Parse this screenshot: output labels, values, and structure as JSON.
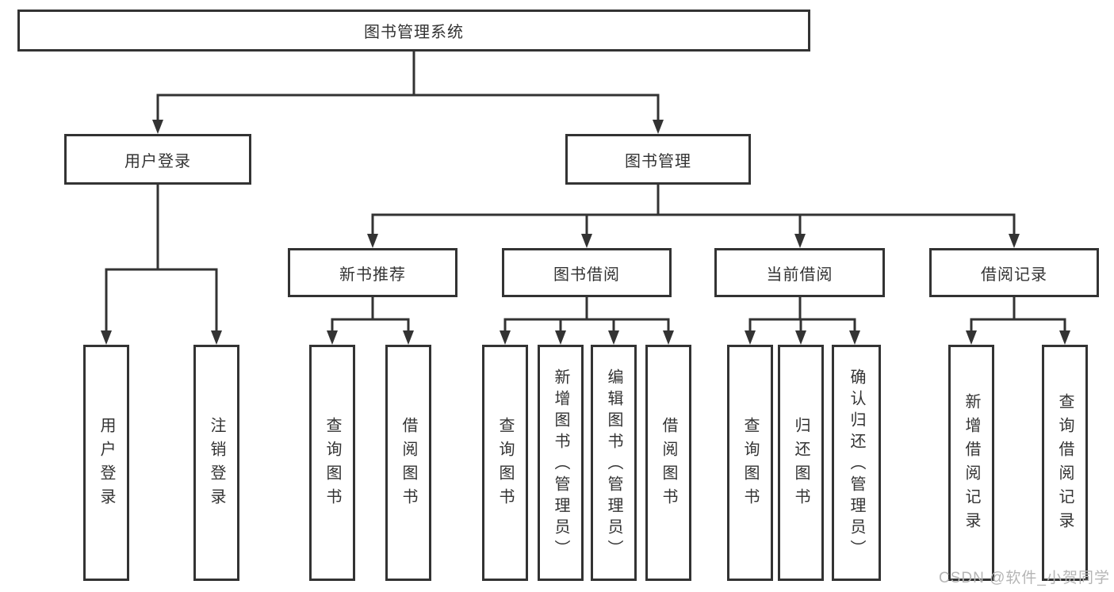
{
  "nodes": {
    "root": "图书管理系统",
    "user_login": "用户登录",
    "book_mgmt": "图书管理",
    "new_books": "新书推荐",
    "book_borrow": "图书借阅",
    "current_borrow": "当前借阅",
    "borrow_records": "借阅记录"
  },
  "leaves": {
    "user_login": [
      "用户登录",
      "注销登录"
    ],
    "new_books": [
      "查询图书",
      "借阅图书"
    ],
    "book_borrow": [
      "查询图书",
      "新增图书（管理员）",
      "编辑图书（管理员）",
      "借阅图书"
    ],
    "current_borrow": [
      "查询图书",
      "归还图书",
      "确认归还（管理员）"
    ],
    "borrow_records": [
      "新增借阅记录",
      "查询借阅记录"
    ]
  },
  "watermark": "CSDN @软件_小贺同学",
  "colors": {
    "line": "#333333",
    "text": "#333333",
    "background": "#ffffff",
    "watermark": "#b5b5b5"
  }
}
